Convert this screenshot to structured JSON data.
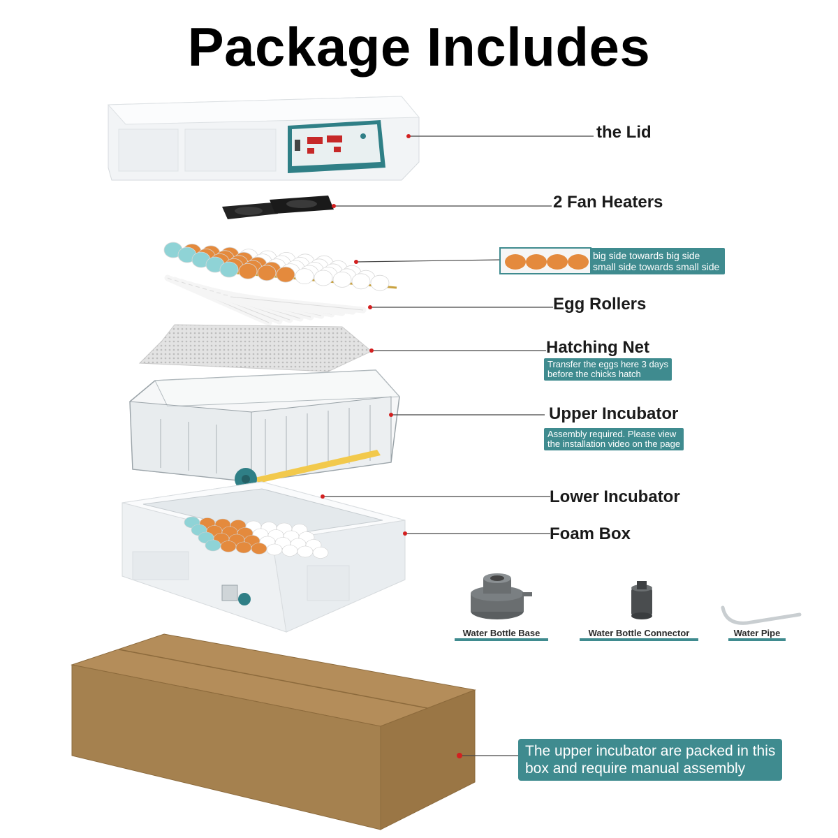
{
  "title": "Package Includes",
  "parts": {
    "lid": "the Lid",
    "fan_heaters": "2 Fan Heaters",
    "egg_rollers": "Egg Rollers",
    "hatching_net": "Hatching Net",
    "upper_incubator": "Upper Incubator",
    "lower_incubator": "Lower Incubator",
    "foam_box": "Foam Box"
  },
  "notes": {
    "egg_orientation_line1": "big side towards big side",
    "egg_orientation_line2": "small side towards small side",
    "hatching_line1": "Transfer the eggs here 3 days",
    "hatching_line2": "before the chicks hatch",
    "assembly_line1": "Assembly required. Please view",
    "assembly_line2": "the installation video on the page",
    "carton_line1": "The upper incubator are packed in this",
    "carton_line2": "box and require manual assembly"
  },
  "accessories": {
    "water_bottle_base": "Water Bottle Base",
    "water_bottle_connector": "Water Bottle Connector",
    "water_pipe": "Water Pipe"
  },
  "colors": {
    "accent_teal": "#3f8b8f",
    "leader_dot": "#d32020",
    "cardboard": "#a5814f",
    "foam": "#f4f6f8"
  }
}
